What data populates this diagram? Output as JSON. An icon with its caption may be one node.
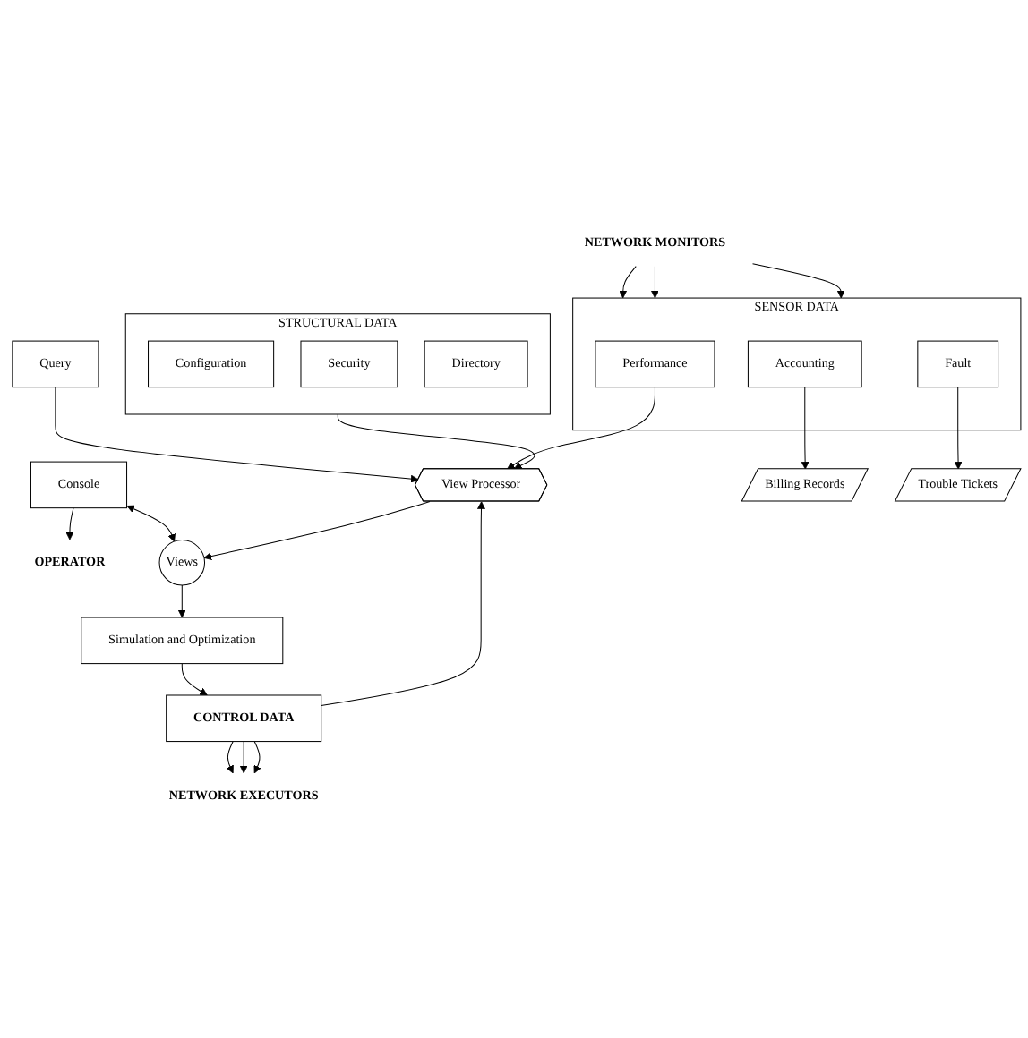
{
  "diagram": {
    "nodes": [
      {
        "text": [
          "OPERATOR"
        ]
      },
      {
        "text": [
          "Console"
        ]
      },
      {
        "text": [
          "Query"
        ]
      },
      {
        "text": [
          "Views"
        ]
      },
      {
        "text": [
          "Simulation and Optimization"
        ]
      },
      {
        "text": [
          "View Processor"
        ]
      },
      {
        "text": [
          "STRUCTURAL DATA"
        ]
      },
      {
        "text": [
          "Configuration"
        ],
        "in": 6
      },
      {
        "text": [
          "Security"
        ],
        "in": 6
      },
      {
        "text": [
          "Directory"
        ],
        "in": 6
      },
      {
        "text": [
          "SENSOR DATA"
        ]
      },
      {
        "text": [
          "Performance"
        ],
        "in": 10
      },
      {
        "text": [
          "Accounting"
        ],
        "in": 10
      },
      {
        "text": [
          "Fault"
        ],
        "in": 10
      },
      {
        "text": [
          "Billing Records"
        ]
      },
      {
        "text": [
          "Trouble Tickets"
        ]
      },
      {
        "text": [
          "CONTROL DATA"
        ]
      },
      {
        "text": [
          "NETWORK MONITORS"
        ]
      },
      {
        "text": [
          "NETWORK EXECUTORS"
        ]
      }
    ],
    "edges": [
      {
        "from": 1,
        "to": 0,
        "arrow": "to"
      },
      {
        "from": 1,
        "to": 3,
        "arrow": "both"
      },
      {
        "from": 2,
        "to": 5,
        "arrow": "to"
      },
      {
        "from": 5,
        "to": 3,
        "arrow": "to"
      },
      {
        "from": 3,
        "to": 4,
        "arrow": "to"
      },
      {
        "from": 6,
        "to": 5,
        "arrow": "to"
      },
      {
        "from": 4,
        "to": 16,
        "arrow": "to"
      },
      {
        "from": 11,
        "to": 5,
        "arrow": "to"
      },
      {
        "from": 16,
        "to": 5,
        "arrow": "to"
      },
      {
        "from": 12,
        "to": 14,
        "arrow": "to"
      },
      {
        "from": 13,
        "to": 15,
        "arrow": "to"
      },
      {
        "from": 17,
        "to": 10,
        "arrow": "to"
      },
      {
        "from": 17,
        "to": 10,
        "arrow": "to"
      },
      {
        "from": 17,
        "to": 10,
        "arrow": "to"
      },
      {
        "from": 16,
        "to": 18,
        "arrow": "to"
      },
      {
        "from": 16,
        "to": 18,
        "arrow": "to"
      },
      {
        "from": 16,
        "to": 18,
        "arrow": "to"
      }
    ]
  }
}
